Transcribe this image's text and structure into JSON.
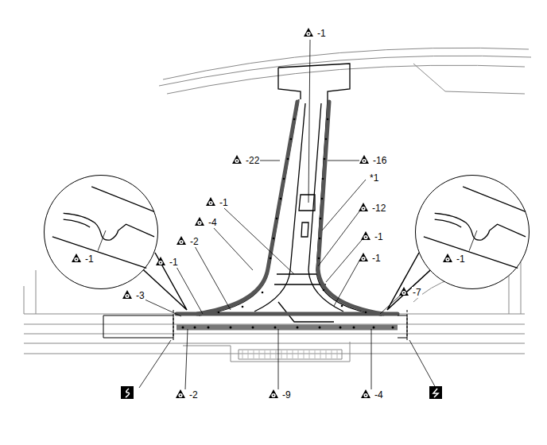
{
  "diagram": {
    "nodes": [
      {
        "text": [
          "-1"
        ]
      },
      {
        "text": [
          "-1"
        ]
      }
    ],
    "labels": [
      "-1",
      "-22",
      "-16",
      "*1",
      "-1",
      "-12",
      "-4",
      "-1",
      "-2",
      "-1",
      "-1",
      "-3",
      "-7",
      "-2",
      "-9",
      "-4"
    ]
  }
}
